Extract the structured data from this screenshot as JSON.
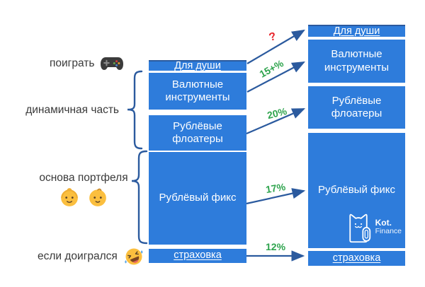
{
  "annotations": {
    "play": {
      "label": "поиграть",
      "icon": "gamepad-icon"
    },
    "dynamic": {
      "label": "динамичная часть"
    },
    "core": {
      "label": "основа портфеля",
      "icons": [
        "grandma-emoji-icon",
        "baby-emoji-icon"
      ]
    },
    "insurance": {
      "label": "если доигрался",
      "icon": "rofl-emoji-icon"
    }
  },
  "columns": {
    "left": {
      "boxes": [
        "Для души",
        "Валютные инструменты",
        "Рублёвые флоатеры",
        "Рублёвый фикс",
        "страховка"
      ]
    },
    "right": {
      "boxes": [
        "Для души",
        "Валютные инструменты",
        "Рублёвые флоатеры",
        "Рублёвый фикс",
        "страховка"
      ]
    }
  },
  "arrows": [
    {
      "label": "?",
      "color": "#E8262D"
    },
    {
      "label": "15+%",
      "color": "#2FA44E"
    },
    {
      "label": "20%",
      "color": "#2FA44E"
    },
    {
      "label": "17%",
      "color": "#2FA44E"
    },
    {
      "label": "12%",
      "color": "#2FA44E"
    }
  ],
  "logo": {
    "title": "Kot.",
    "subtitle": "Finance"
  },
  "colors": {
    "box_blue": "#2E7CDB",
    "line_blue": "#2B5A9E",
    "green": "#2FA44E",
    "red": "#E8262D",
    "label_text": "#3A3A3A",
    "box_text": "#FFFFFF"
  }
}
